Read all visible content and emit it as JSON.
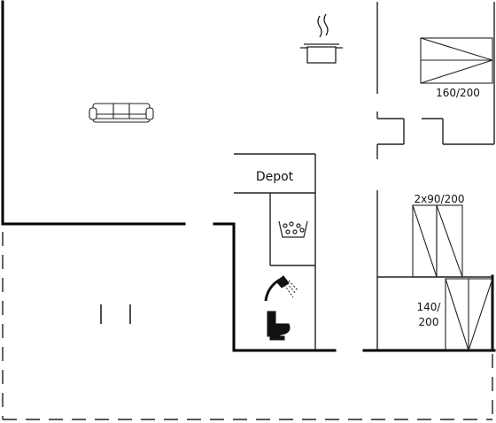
{
  "labels": {
    "depot": "Depot",
    "bed_main": "160/200",
    "bed_twin": "2x90/200",
    "bed_small_line1": "140/",
    "bed_small_line2": "200"
  },
  "colors": {
    "wall": "#000000",
    "stroke": "#222222",
    "background": "#ffffff"
  },
  "icons": [
    "cooking-pot-icon",
    "sofa-icon",
    "hot-tub-icon",
    "shower-icon",
    "toilet-icon",
    "bed-icon"
  ]
}
